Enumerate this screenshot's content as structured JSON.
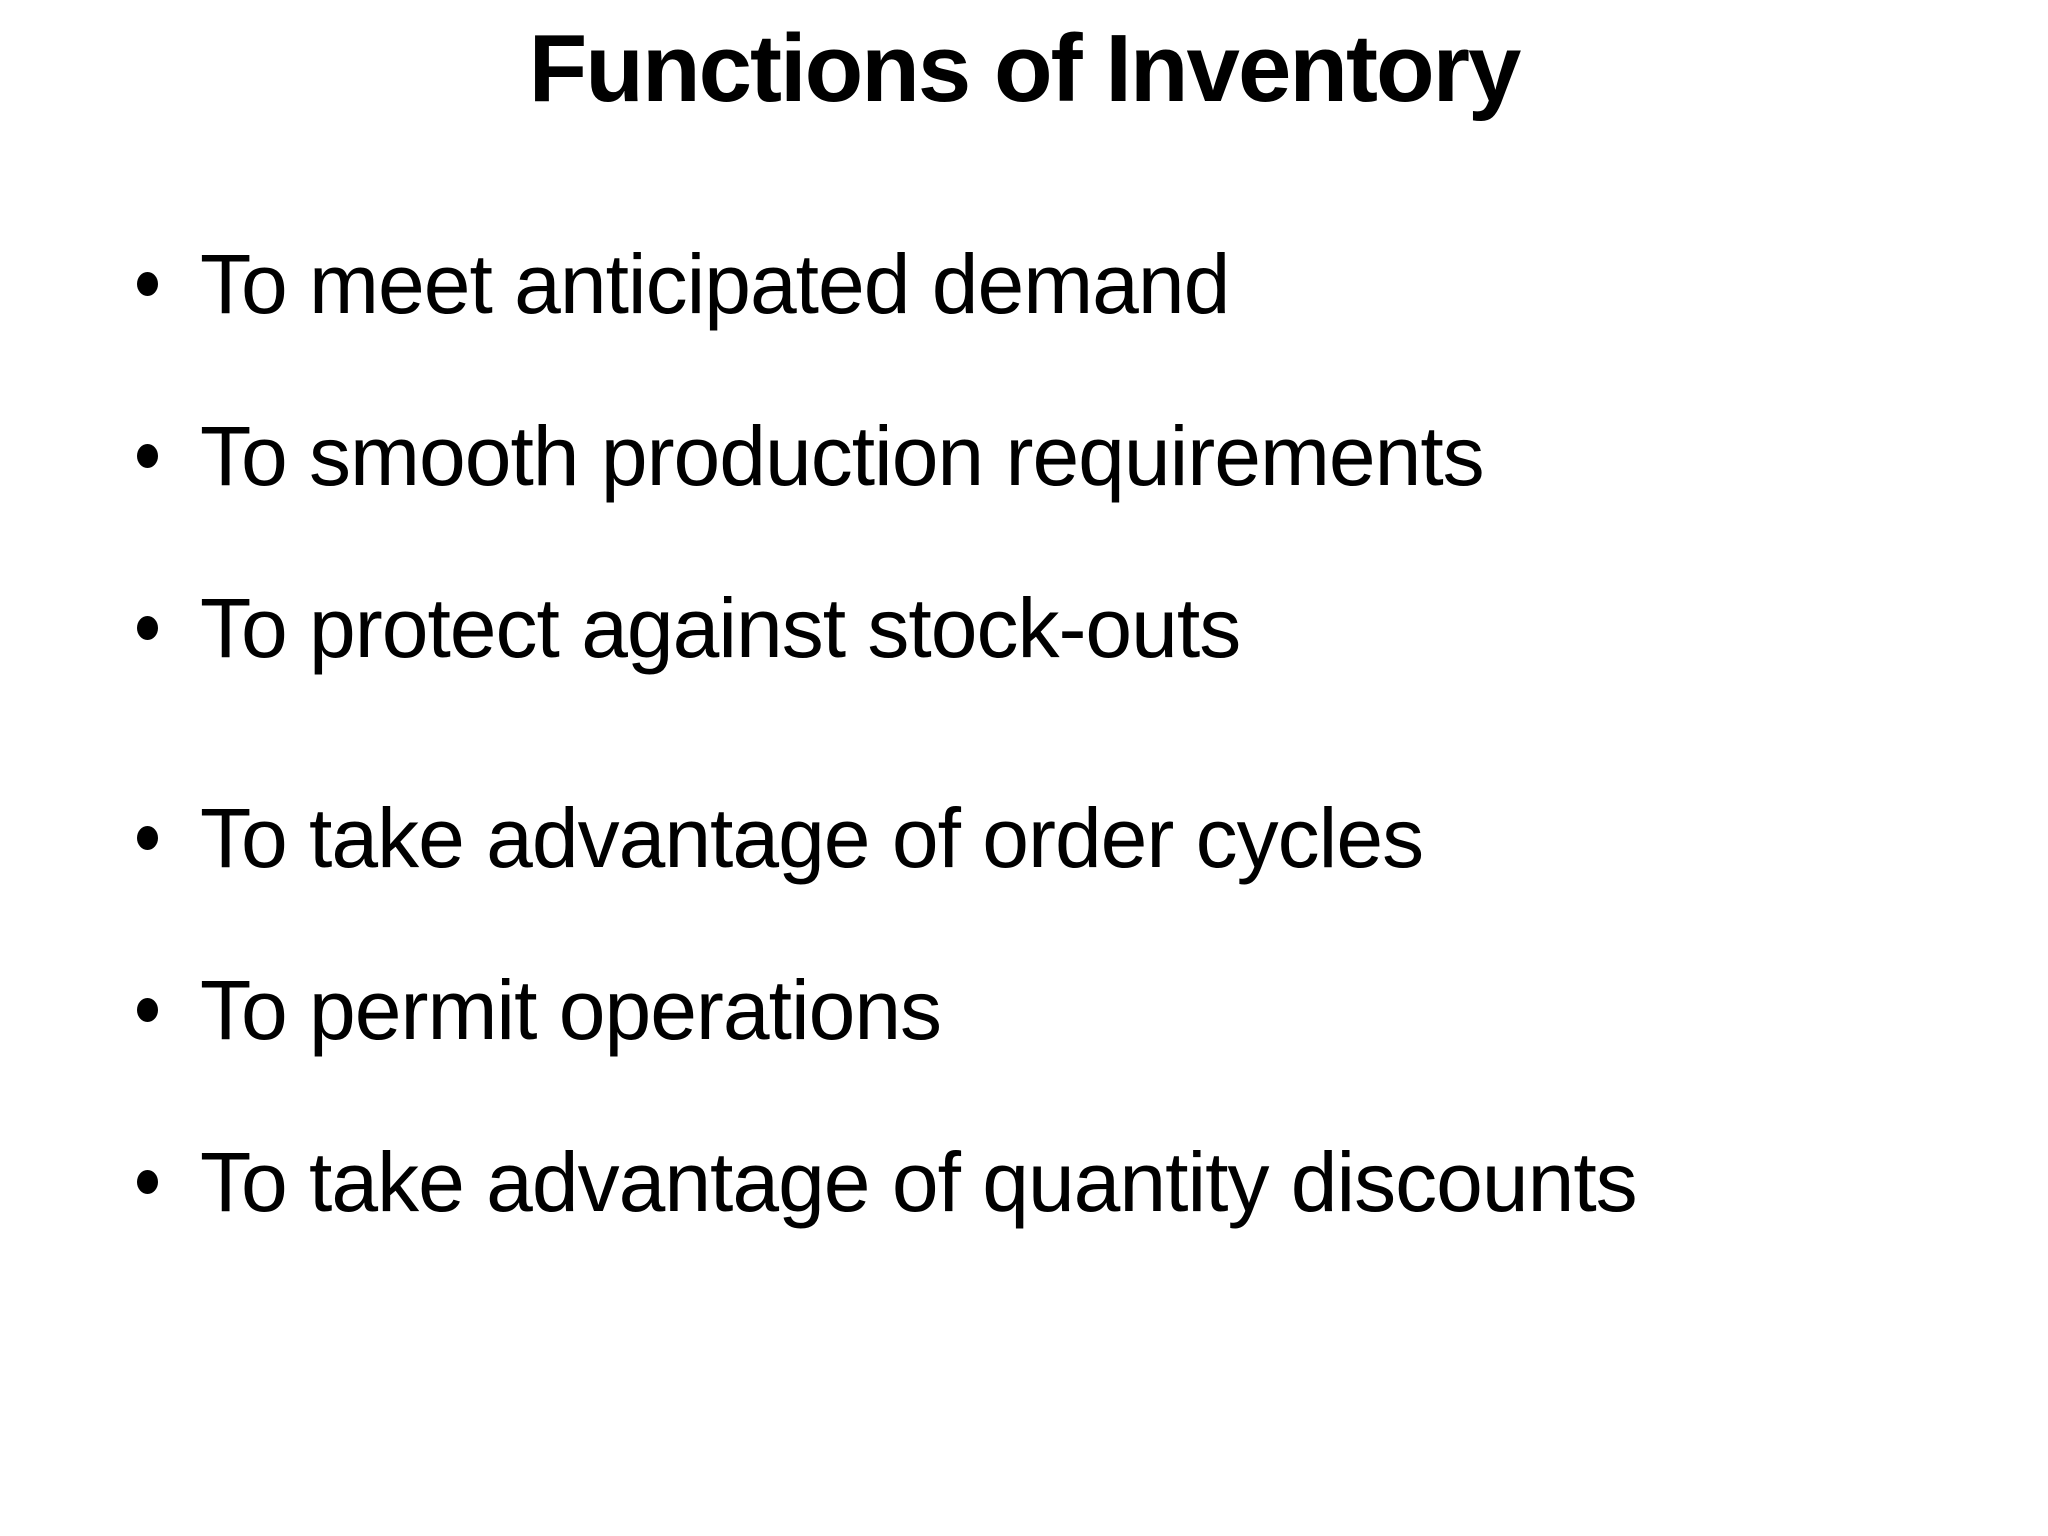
{
  "slide": {
    "title": "Functions of Inventory",
    "bullets": [
      "To meet anticipated demand",
      "To smooth production requirements",
      "To protect against stock-outs",
      "To take advantage of order cycles",
      "To permit operations",
      "To take advantage of quantity discounts"
    ],
    "colors": {
      "background": "#ffffff",
      "text": "#000000"
    }
  }
}
